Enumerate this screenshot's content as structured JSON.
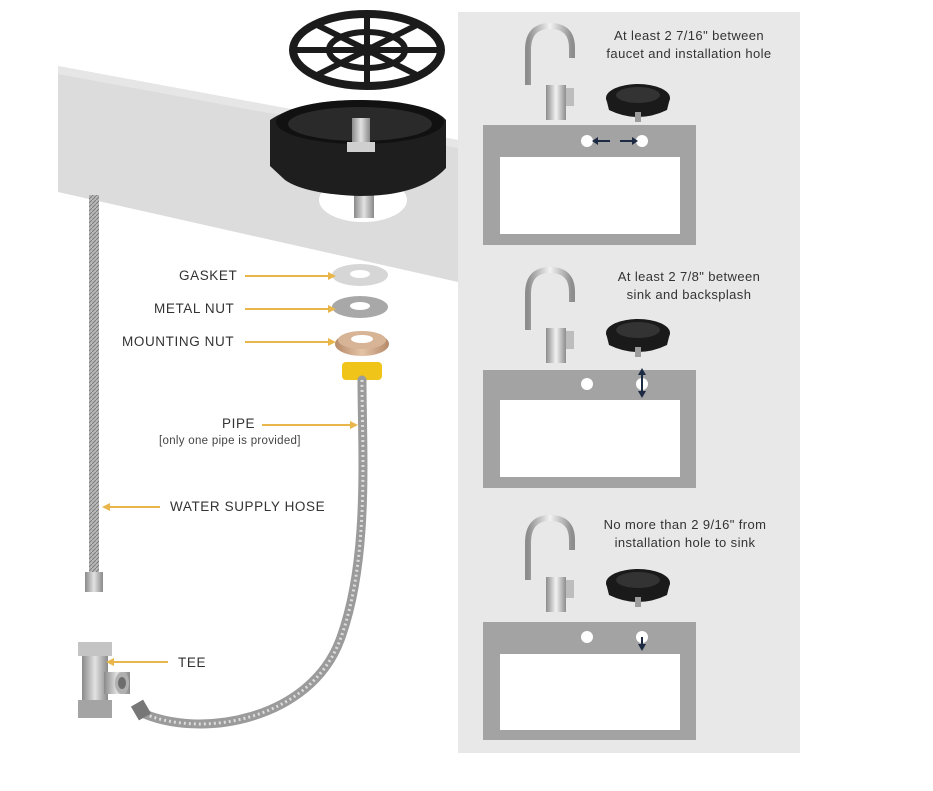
{
  "labels": {
    "gasket": "GASKET",
    "metal_nut": "METAL NUT",
    "mounting_nut": "MOUNTING NUT",
    "pipe": "PIPE",
    "pipe_note": "[only one pipe is provided]",
    "water_supply_hose": "WATER SUPPLY HOSE",
    "tee": "TEE"
  },
  "panels": [
    {
      "line1": "At least 2 7/16\" between",
      "line2": "faucet and installation hole"
    },
    {
      "line1": "At least 2 7/8\" between",
      "line2": "sink  and backsplash"
    },
    {
      "line1": "No more than 2 9/16\" from",
      "line2": "installation hole to sink"
    }
  ],
  "colors": {
    "accent": "#e8b64a",
    "countertop": "#dcdcdc",
    "panel_bg": "#e8e8e8",
    "sink_frame": "#a3a3a3",
    "rinser": "#1a1a1a"
  },
  "icons": [
    "faucet-icon",
    "glass-rinser-icon",
    "arrow-left-icon",
    "arrow-right-icon",
    "arrow-updown-icon",
    "arrow-down-icon"
  ]
}
